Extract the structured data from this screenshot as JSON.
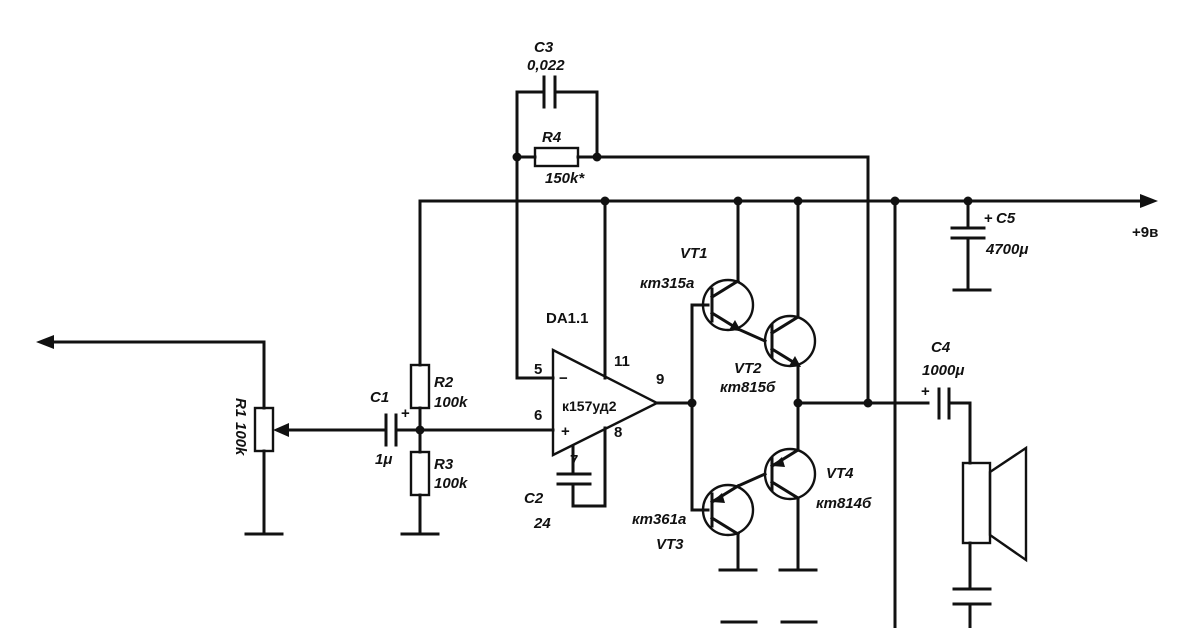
{
  "components": {
    "c3": {
      "name": "C3",
      "value": "0,022"
    },
    "r4": {
      "name": "R4",
      "value": "150k*"
    },
    "c5": {
      "name": "C5",
      "value": "4700μ",
      "polarity": "+"
    },
    "supply": {
      "label": "+9в"
    },
    "vt1": {
      "name": "VT1",
      "type": "кт315а"
    },
    "vt2": {
      "name": "VT2",
      "type": "кт815б"
    },
    "vt3": {
      "name": "VT3",
      "type": "кт361а"
    },
    "vt4": {
      "name": "VT4",
      "type": "кт814б"
    },
    "da1": {
      "name": "DA1.1",
      "type": "к157уд2",
      "pin_inv": "5",
      "pin_noninv": "6",
      "pin_out": "9",
      "pin_supply": "11",
      "pin_7": "7",
      "pin_8": "8",
      "minus": "−",
      "plus": "+"
    },
    "r2": {
      "name": "R2",
      "value": "100k"
    },
    "r3": {
      "name": "R3",
      "value": "100k"
    },
    "c1": {
      "name": "C1",
      "value": "1μ",
      "polarity": "+"
    },
    "r1": {
      "name": "R1",
      "value": "100k"
    },
    "c2": {
      "name": "C2",
      "value": "24"
    },
    "c4": {
      "name": "C4",
      "value": "1000μ",
      "polarity": "+"
    }
  }
}
